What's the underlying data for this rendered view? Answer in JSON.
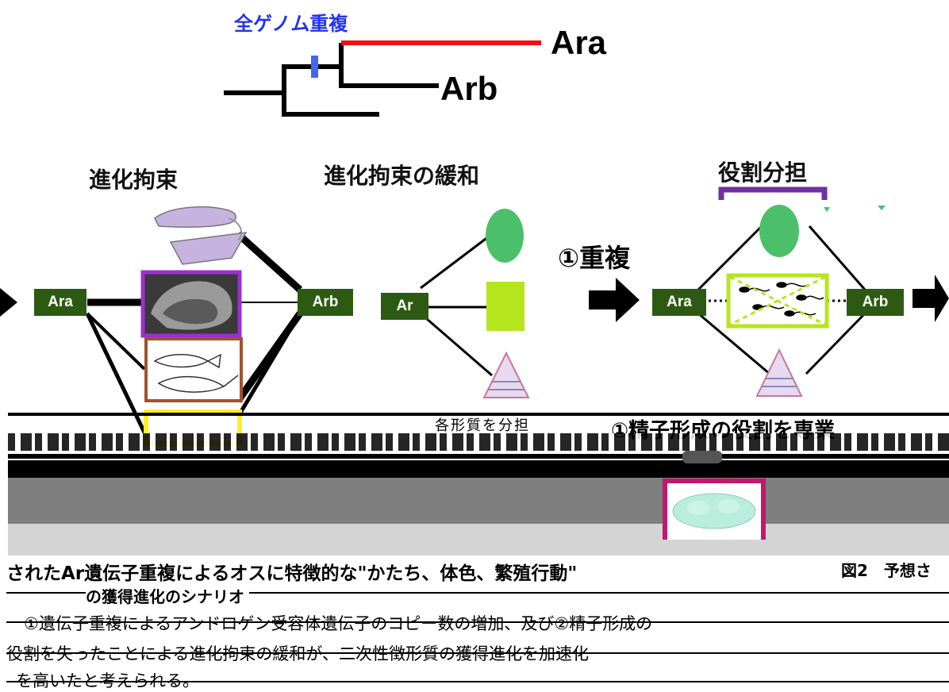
{
  "tree": {
    "wgd_label": "全ゲノム重複",
    "leaf_a": "Ara",
    "leaf_b": "Arb"
  },
  "panels": {
    "constraint_title": "進化拘束",
    "relaxation_title": "進化拘束の緩和",
    "division_title": "役割分担",
    "duplication_step": "①重複"
  },
  "nodes": {
    "left_ara": "Ara",
    "left_arb": "Arb",
    "mid_ar": "Ar",
    "right_ara": "Ara",
    "right_arb": "Arb"
  },
  "bottom_text": {
    "overlay_a": "各形質を分担",
    "overlay_b": "①精子形成の役割を専業",
    "line1": "されたAr遺伝子重複によるオスに特徴的な\"かたち、体色、繁殖行動\"",
    "fig_label": "図2　予想さ",
    "line2": "の獲得進化のシナリオ",
    "line3": "①遺伝子重複によるアンドロゲン受容体遺伝子のコピー数の増加、及び②精子形成の",
    "line4": "役割を失ったことによる進化拘束の緩和が、二次性徴形質の獲得進化を加速化",
    "line5": "を高いたと考えられる。"
  },
  "colors": {
    "wgd_blue": "#2233ee",
    "ara_branch": "#ee1111",
    "node_green": "#2d5a12",
    "purple_frame": "#9b30d0",
    "brown_frame": "#a0522d",
    "yellow_frame": "#ffee22",
    "lime_frame": "#b5e61d",
    "bracket_purple": "#7030a0",
    "magenta_frame": "#c0186e",
    "ellipse_green": "#4cbf6a",
    "square_lime": "#b5e61d"
  }
}
